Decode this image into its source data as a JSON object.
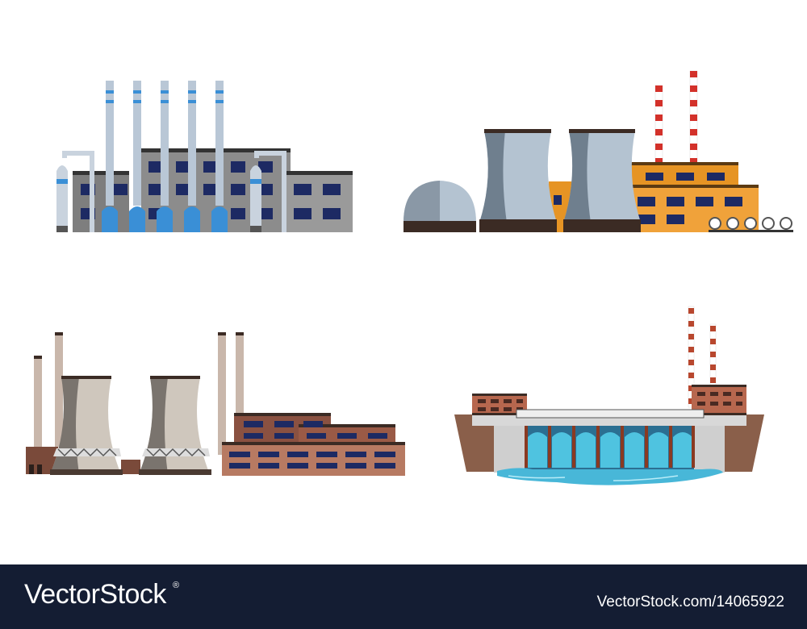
{
  "footer": {
    "brand": "VectorStock",
    "brand_mark": "®",
    "credit": "VectorStock.com/14065922"
  },
  "colors": {
    "footer_bg": "#141d33",
    "factory_gray": "#8a8a8a",
    "pipe_blue": "#3a8fd6",
    "nuclear_orange": "#e69424",
    "brick_brown": "#9a5a46",
    "water_blue": "#48b7d8"
  },
  "illustrations": [
    "factory-with-smokestacks",
    "nuclear-power-plant",
    "thermal-power-plant",
    "hydroelectric-dam"
  ]
}
